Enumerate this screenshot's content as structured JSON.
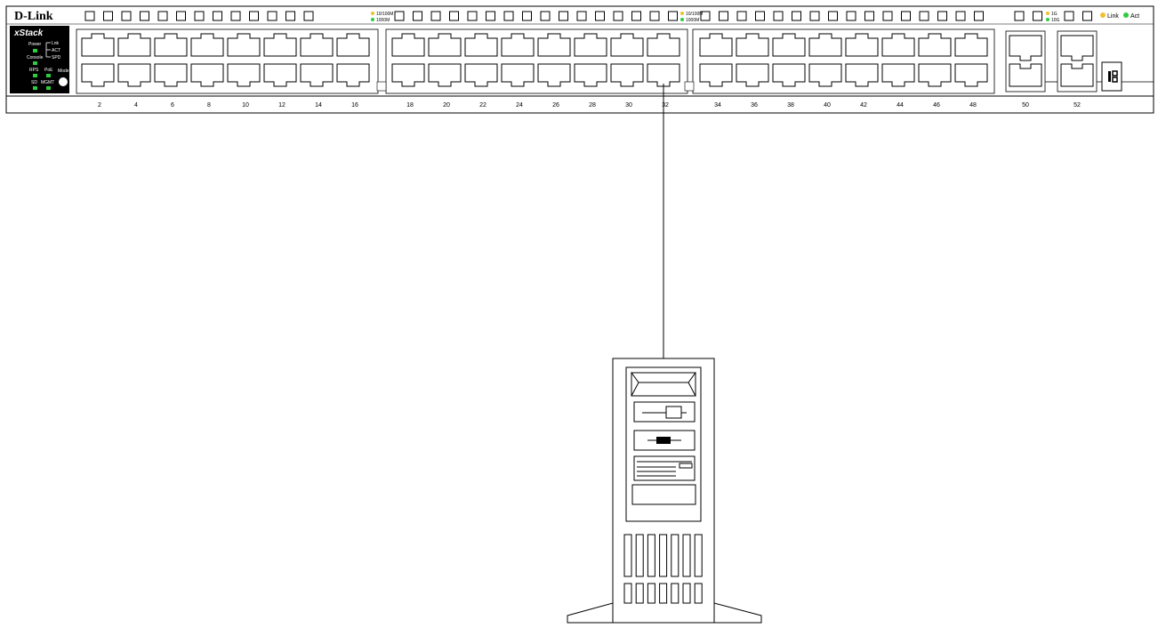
{
  "switch": {
    "brand": "D-Link",
    "model_series": "xStack",
    "body_color": "#000000",
    "led_color": "#2ecc40",
    "amber_color": "#f0c030",
    "status_leds": {
      "power": "Power",
      "console": "Console",
      "rps": "RPS",
      "poe": "PoE",
      "sd": "SD",
      "mgmt": "MGMT",
      "mode": "Mode",
      "lnk": "Lnk",
      "act": "ACT",
      "spd": "SPD"
    },
    "speed_legend_copper": {
      "line1": "10/100M",
      "line2": "1000M"
    },
    "speed_legend_fiber": {
      "line1": "1G",
      "line2": "10G"
    },
    "link_act_legend": {
      "link": "Link",
      "act": "Act"
    },
    "port_labels": [
      "2",
      "4",
      "6",
      "8",
      "10",
      "12",
      "14",
      "16",
      "18",
      "20",
      "22",
      "24",
      "26",
      "28",
      "30",
      "32",
      "34",
      "36",
      "38",
      "40",
      "42",
      "44",
      "46",
      "48",
      "50",
      "52"
    ],
    "copper_port_count": 48,
    "sfp_port_count": 4,
    "connected_port": "32"
  },
  "server": {
    "type": "tower-server-icon"
  }
}
